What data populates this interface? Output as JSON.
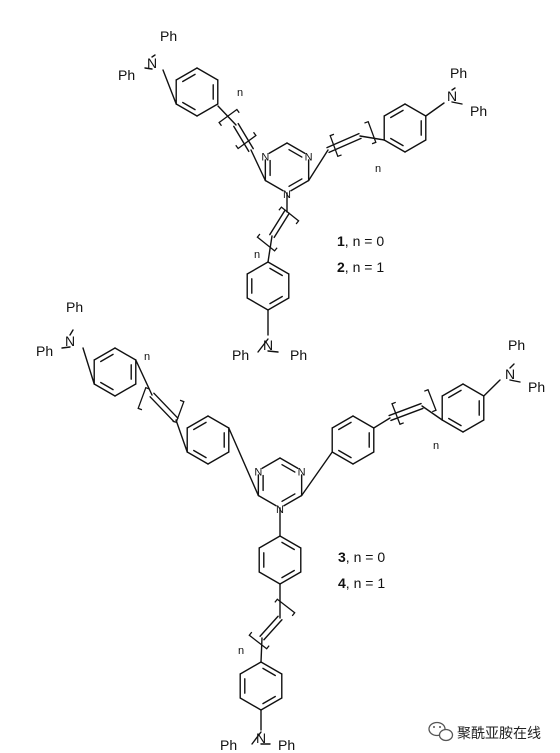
{
  "atoms": {
    "N": "N",
    "Ph": "Ph",
    "n": "n"
  },
  "compound_labels": [
    {
      "id": "1",
      "rest": ", n = 0"
    },
    {
      "id": "2",
      "rest": ", n = 1"
    },
    {
      "id": "3",
      "rest": ", n = 0"
    },
    {
      "id": "4",
      "rest": ", n = 1"
    }
  ],
  "watermark": {
    "text": "聚酰亚胺在线",
    "icon": "wechat-icon"
  }
}
